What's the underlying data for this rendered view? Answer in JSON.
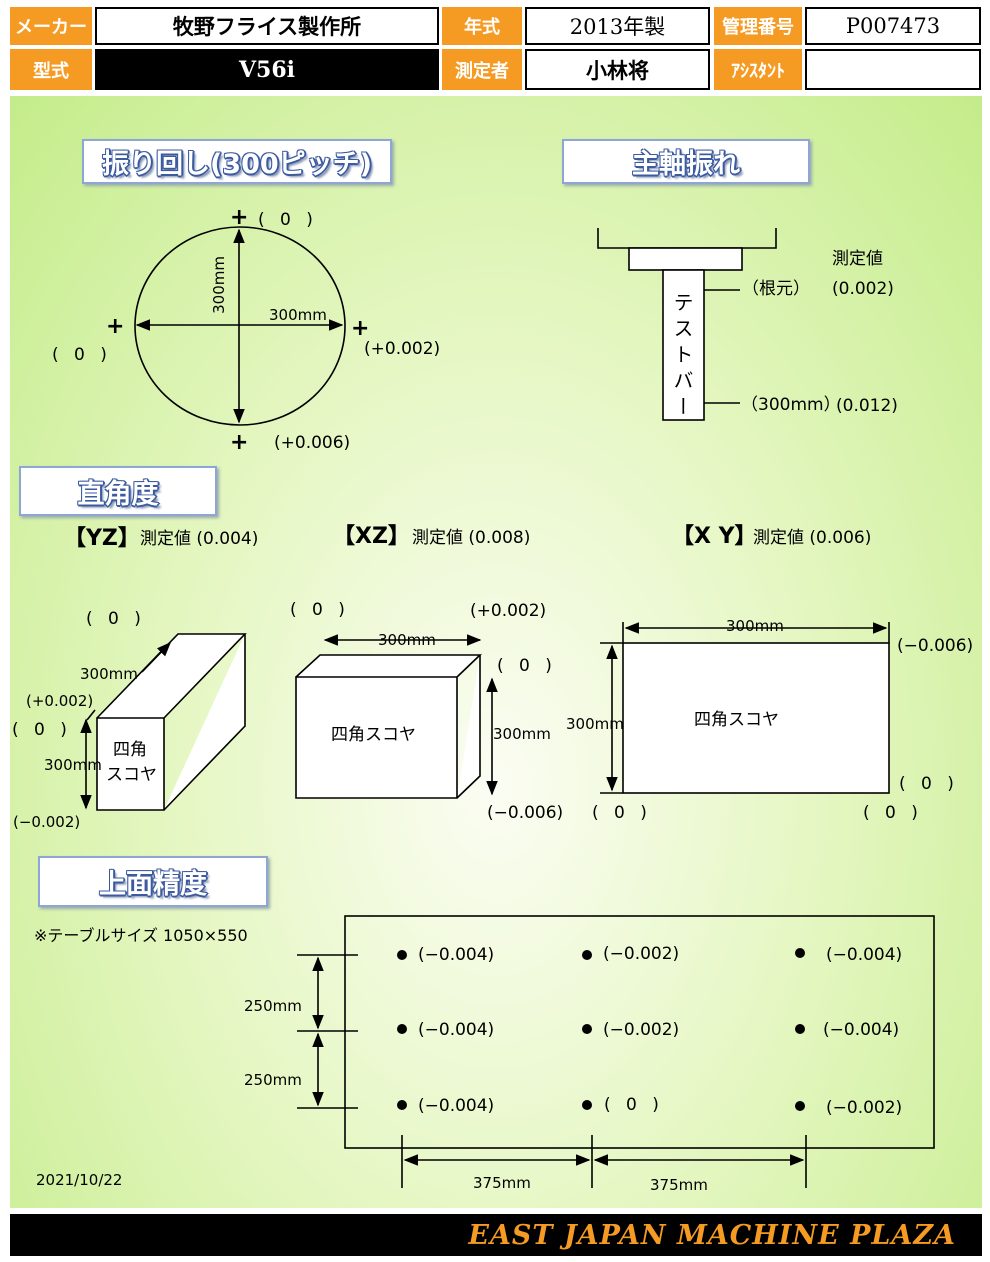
{
  "header": {
    "maker_label": "メーカー",
    "maker_value": "牧野フライス製作所",
    "year_label": "年式",
    "year_value": "2013年製",
    "mgmt_label": "管理番号",
    "mgmt_value": "P007473",
    "model_label": "型式",
    "model_value": "V56i",
    "inspector_label": "測定者",
    "inspector_value": "小林将",
    "assistant_label": "ｱｼｽﾀﾝﾄ",
    "assistant_value": ""
  },
  "swing": {
    "title": "振り回し(300ピッチ)",
    "plus": "+",
    "top": "( 0 )",
    "left": "( 0 )",
    "right": "(+0.002)",
    "bottom": "(+0.006)",
    "dim_h": "300mm",
    "dim_v": "300mm"
  },
  "spindle": {
    "title": "主軸振れ",
    "measured_label": "測定値",
    "root_label": "（根元）",
    "root_value": "(0.002)",
    "tip_label": "（300mm）",
    "tip_value": "(0.012)",
    "bar_label": "テストバー"
  },
  "squareness": {
    "title": "直角度",
    "yz_label": "【YZ】",
    "yz_measured": "測定値 (0.004)",
    "xz_label": "【XZ】",
    "xz_measured": "測定値 (0.008)",
    "xy_label": "【X Y】",
    "xy_measured": "測定値 (0.006)",
    "square_label": "四角スコヤ",
    "yz": {
      "top": "( 0 )",
      "dim_diag": "300mm",
      "upper": "(+0.002)",
      "mid": "( 0 )",
      "dim_v": "300mm",
      "bottom": "(−0.002)",
      "square_l1": "四角",
      "square_l2": "スコヤ"
    },
    "xz": {
      "top_left": "( 0 )",
      "top_right": "(+0.002)",
      "dim_h": "300mm",
      "right_mid": "( 0 )",
      "dim_v": "300mm",
      "bottom_right": "(−0.006)"
    },
    "xy": {
      "dim_h": "300mm",
      "dim_v": "300mm",
      "top_right": "(−0.006)",
      "right_low": "( 0 )",
      "bottom_left": "( 0 )",
      "bottom_right": "( 0 )"
    }
  },
  "flatness": {
    "title": "上面精度",
    "table_note": "※テーブルサイズ 1050×550",
    "dim_v1": "250mm",
    "dim_v2": "250mm",
    "dim_h1": "375mm",
    "dim_h2": "375mm",
    "points": [
      [
        "(−0.004)",
        "(−0.002)",
        "(−0.004)"
      ],
      [
        "(−0.004)",
        "(−0.002)",
        "(−0.004)"
      ],
      [
        "(−0.004)",
        "( 0 )",
        "(−0.002)"
      ]
    ],
    "date": "2021/10/22"
  },
  "footer": {
    "company": "EAST JAPAN MACHINE PLAZA"
  },
  "colors": {
    "accent": "#f59a23",
    "panel_green": "#c4ec8a",
    "title_blue": "#3c5aa0"
  }
}
